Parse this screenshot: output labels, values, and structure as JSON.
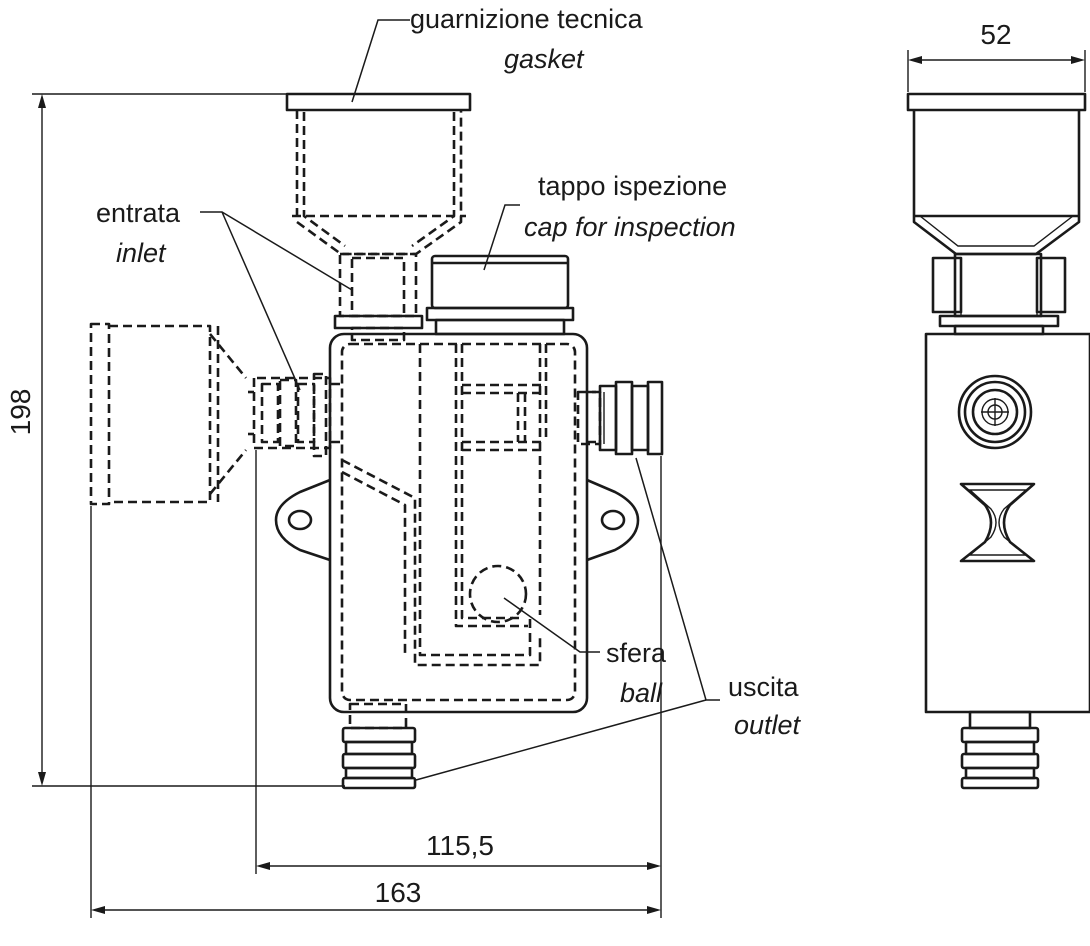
{
  "labels": {
    "gasket_it": "guarnizione tecnica",
    "gasket_en": "gasket",
    "cap_it": "tappo ispezione",
    "cap_en": "cap for inspection",
    "inlet_it": "entrata",
    "inlet_en": "inlet",
    "ball_it": "sfera",
    "ball_en": "ball",
    "outlet_it": "uscita",
    "outlet_en": "outlet"
  },
  "dimensions": {
    "height": "198",
    "width_inner": "115,5",
    "width_total": "163",
    "depth": "52"
  }
}
